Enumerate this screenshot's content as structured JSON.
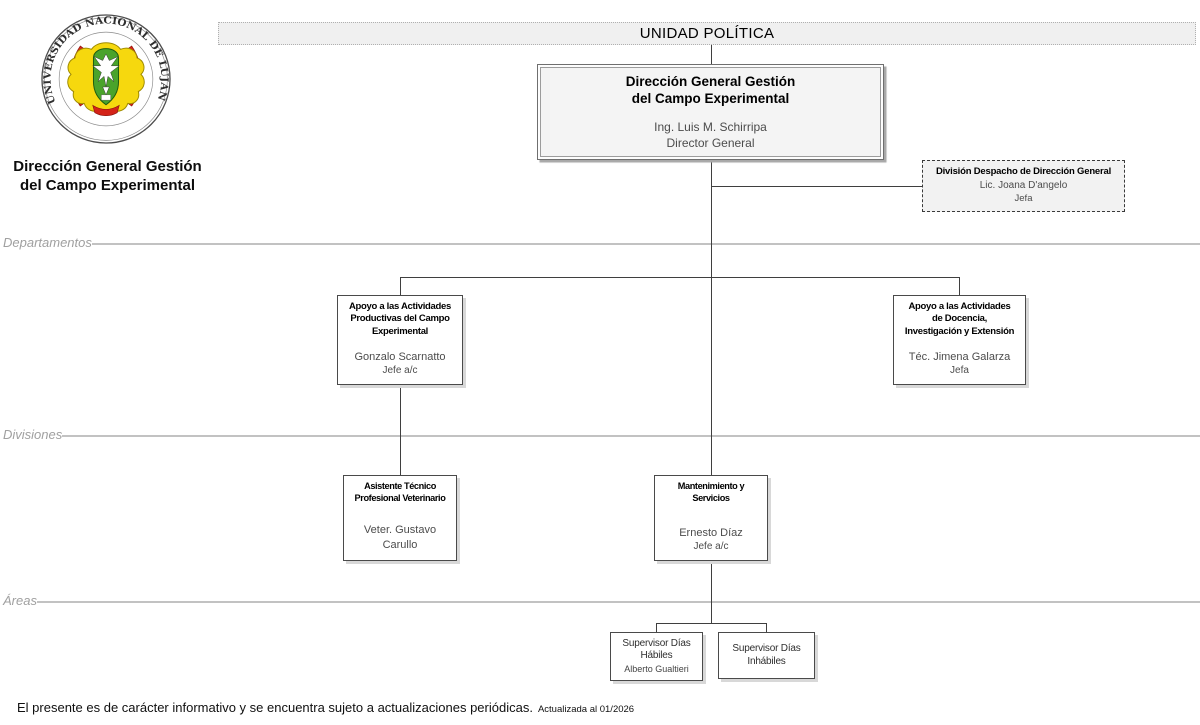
{
  "banner": {
    "title": "UNIDAD POLÍTICA"
  },
  "logo": {
    "arc_text": "UNIVERSIDAD NACIONAL DE LUJÁN"
  },
  "page_title": {
    "lines": [
      "Dirección General Gestión",
      "del Campo Experimental"
    ]
  },
  "section_labels": {
    "departamentos": "Departamentos",
    "divisiones": "Divisiones",
    "areas": "Áreas"
  },
  "org": {
    "root": {
      "title_lines": [
        "Dirección General Gestión",
        "del Campo Experimental"
      ],
      "name": "Ing. Luis M. Schirripa",
      "role": "Director General"
    },
    "staff": {
      "title": "División Despacho de Dirección General",
      "name": "Lic. Joana D'angelo",
      "role": "Jefa"
    },
    "departments": [
      {
        "title_lines": [
          "Apoyo a las Actividades",
          "Productivas del Campo",
          "Experimental"
        ],
        "name": "Gonzalo Scarnatto",
        "role": "Jefe a/c"
      },
      {
        "title_lines": [
          "Apoyo a las Actividades",
          "de Docencia,",
          "Investigación y Extensión"
        ],
        "name": "Téc. Jimena Galarza",
        "role": "Jefa"
      }
    ],
    "divisions": [
      {
        "title_lines": [
          "Asistente Técnico",
          "Profesional Veterinario"
        ],
        "name_lines": [
          "Veter. Gustavo",
          "Carullo"
        ]
      },
      {
        "title_lines": [
          "Mantenimiento y",
          "Servicios"
        ],
        "name": "Ernesto Díaz",
        "role": "Jefe a/c"
      }
    ],
    "areas": [
      {
        "title_lines": [
          "Supervisor Días",
          "Hábiles"
        ],
        "name": "Alberto Gualtieri"
      },
      {
        "title_lines": [
          "Supervisor Días",
          "Inhábiles"
        ]
      }
    ]
  },
  "footer": {
    "disclaimer": "El presente es de carácter informativo y se encuentra sujeto a actualizaciones periódicas.",
    "updated": "Actualizada al 01/2026"
  },
  "colors": {
    "banner_bg": "#f0f0f0",
    "root_box_bg": "#f4f4f4",
    "staff_box_bg": "#f2f2f2",
    "box_border": "#4a4a4a",
    "box_shadow": "#d8d8d8",
    "divider_gray": "#c2c2c2",
    "label_gray": "#a0a0a0",
    "connector": "#3f3f3f",
    "seal_yellow": "#f6d80e",
    "seal_red": "#d42318",
    "seal_green": "#4aa32b"
  }
}
